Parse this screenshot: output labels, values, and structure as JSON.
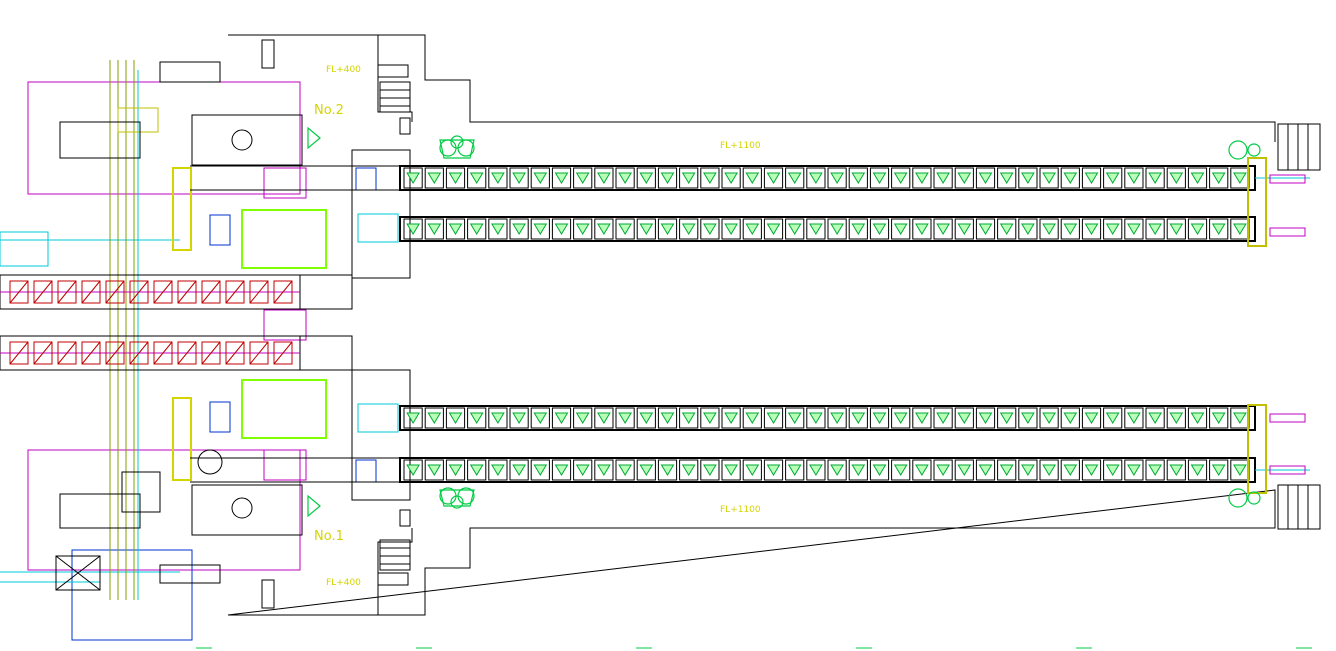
{
  "labels": {
    "fl_400_top": "FL+400",
    "fl_400_bottom": "FL+400",
    "fl_1100_top": "FL+1100",
    "fl_1100_bottom": "FL+1100",
    "no2": "No.2",
    "no1": "No.1"
  },
  "colors": {
    "background": "#ffffff",
    "line": "#000000",
    "green": "#00cc44",
    "cyan": "#00c8d8",
    "magenta": "#c000c0",
    "yellow": "#d4d400",
    "lime": "#80ff00",
    "blue": "#0030d0",
    "red": "#e00000"
  },
  "icons": {
    "cart": "cart-icon",
    "robot": "robot-icon"
  }
}
